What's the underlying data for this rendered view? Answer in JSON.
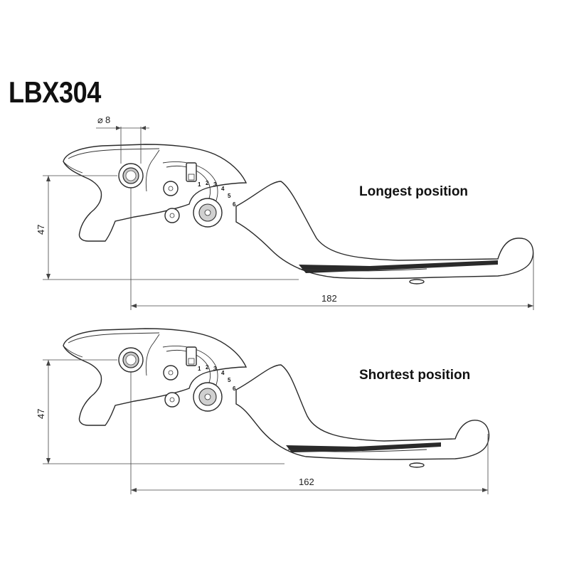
{
  "title": "LBX304",
  "diameter_label": "8",
  "diameter_symbol": "⌀",
  "views": [
    {
      "label": "Longest position",
      "height_dim": "47",
      "length_dim": "182",
      "scale_digits": [
        "1",
        "2",
        "3",
        "4",
        "5",
        "6"
      ]
    },
    {
      "label": "Shortest position",
      "height_dim": "47",
      "length_dim": "162",
      "scale_digits": [
        "1",
        "2",
        "3",
        "4",
        "5",
        "6"
      ]
    }
  ]
}
